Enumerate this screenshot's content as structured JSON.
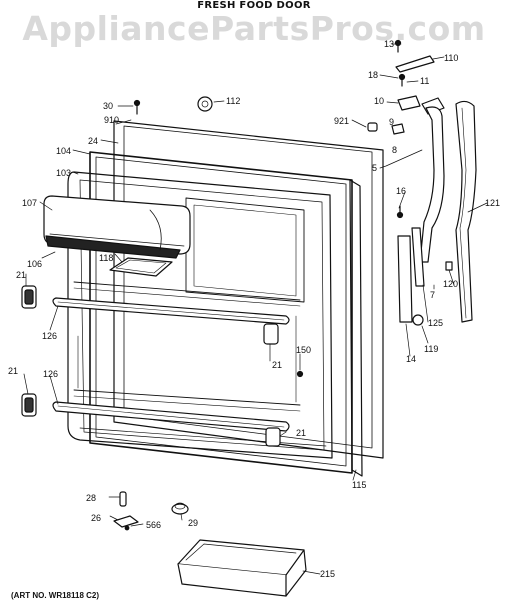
{
  "header": {
    "title": "FRESH FOOD DOOR",
    "watermark": "AppliancePartsPros.com"
  },
  "art_number": "(ART NO. WR18118 C2)",
  "callouts": {
    "p13": "13",
    "p110": "110",
    "p18": "18",
    "p11": "11",
    "p30": "30",
    "p112": "112",
    "p10": "10",
    "p910": "910",
    "p921": "921",
    "p9": "9",
    "p24": "24",
    "p8": "8",
    "p104": "104",
    "p5": "5",
    "p103": "103",
    "p16": "16",
    "p121": "121",
    "p107": "107",
    "p106": "106",
    "p118": "118",
    "p21_a": "21",
    "p120": "120",
    "p7": "7",
    "p126_a": "126",
    "p125": "125",
    "p119": "119",
    "p14": "14",
    "p150": "150",
    "p21_b": "21",
    "p21_c": "21",
    "p126_b": "126",
    "p21_d": "21",
    "p115": "115",
    "p28": "28",
    "p26": "26",
    "p566": "566",
    "p29": "29",
    "p215": "215"
  }
}
